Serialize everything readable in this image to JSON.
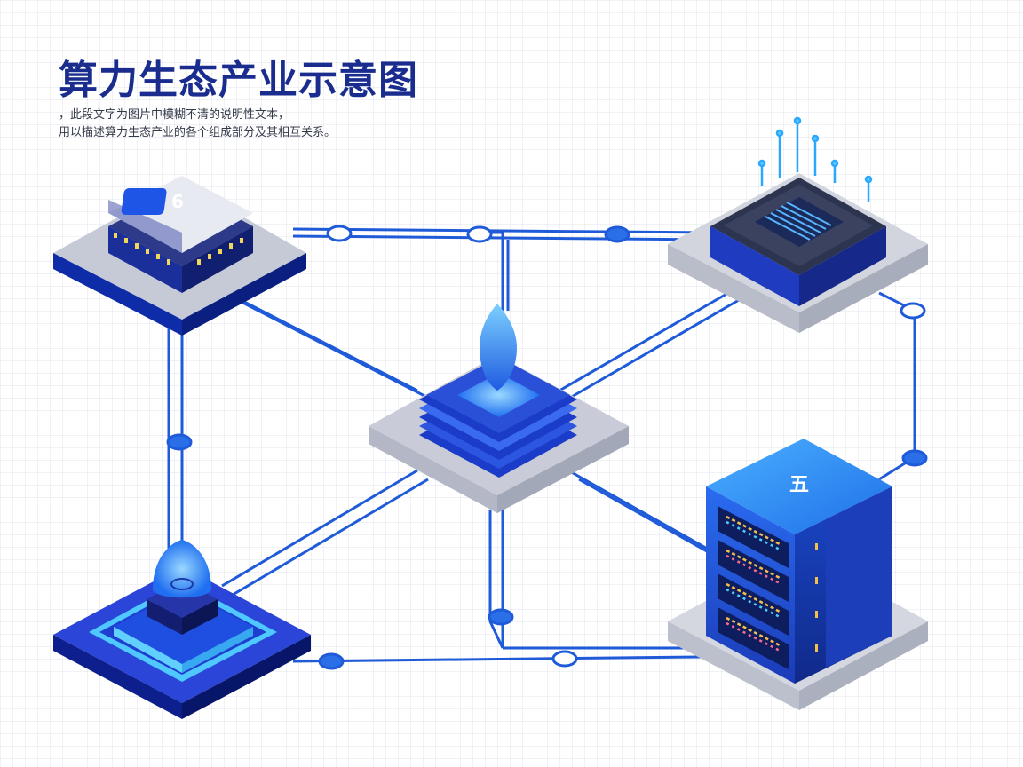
{
  "title": "算力生态产业示意图",
  "subtitle_lines": [
    "，此段文字为图片中模糊不清的说明性文本，",
    "用以描述算力生态产业的各个组成部分及其相互关系。"
  ],
  "colors": {
    "accent": "#1f4fe0",
    "line": "#1f5bd8",
    "node_glow": "#3aa0ff",
    "dark_base": "#0d1a6b",
    "platform": "#c8ccd8"
  },
  "nodes": [
    {
      "name": "chip-module",
      "icon": "chip-icon",
      "badge": "6"
    },
    {
      "name": "processor-board",
      "icon": "cpu-board-icon"
    },
    {
      "name": "central-hub",
      "icon": "hub-icon"
    },
    {
      "name": "edge-device",
      "icon": "beacon-icon"
    },
    {
      "name": "server-rack",
      "icon": "server-icon",
      "badge": "五"
    }
  ]
}
